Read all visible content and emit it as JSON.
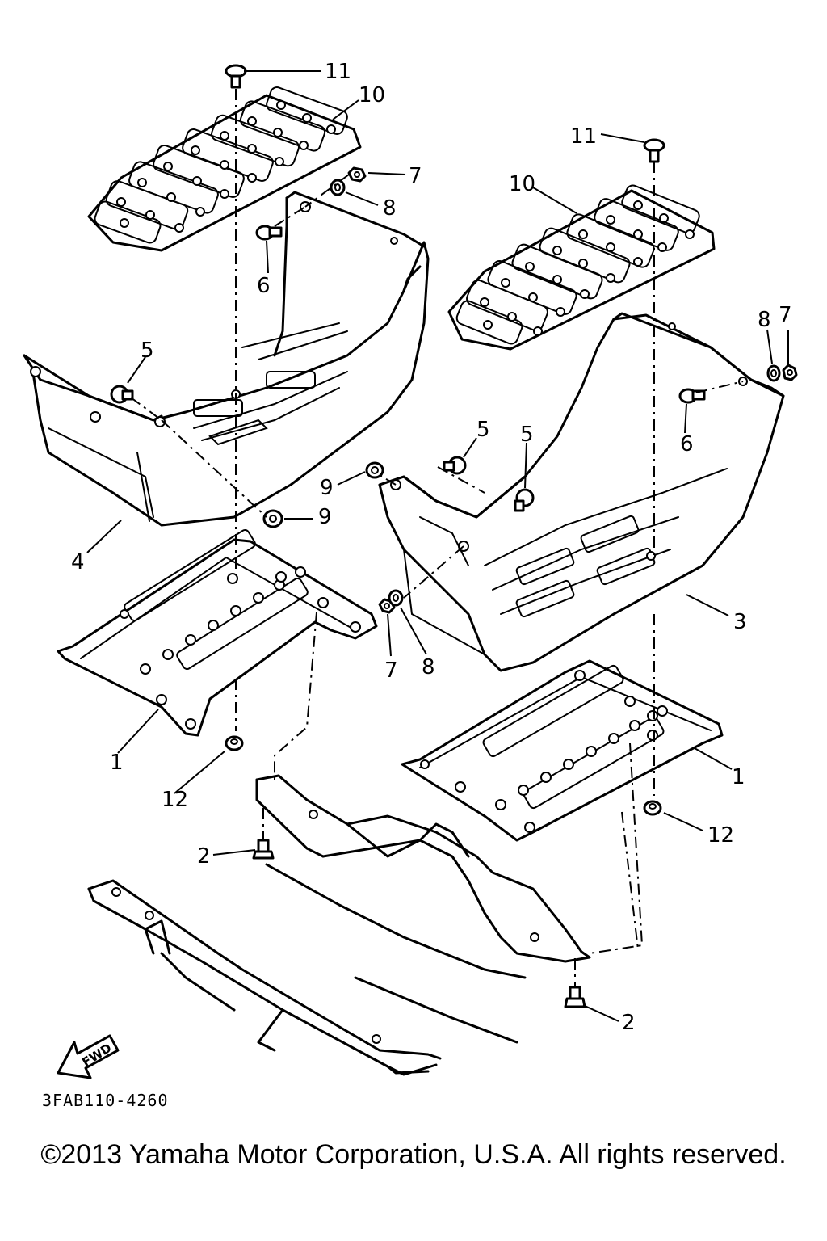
{
  "diagram": {
    "callouts": {
      "c1_left": "1",
      "c1_right": "1",
      "c2_top": "2",
      "c2_bottom": "2",
      "c3": "3",
      "c4": "4",
      "c5_left": "5",
      "c5_mid": "5",
      "c5_right": "5",
      "c6_left": "6",
      "c6_right": "6",
      "c7_left": "7",
      "c7_mid": "7",
      "c7_right": "7",
      "c8_left": "8",
      "c8_mid": "8",
      "c8_right": "8",
      "c9_upper": "9",
      "c9_lower": "9",
      "c10_left": "10",
      "c10_right": "10",
      "c11_left": "11",
      "c11_right": "11",
      "c12_left": "12",
      "c12_right": "12"
    },
    "fwd_label": "FWD",
    "code": "3FAB110-4260"
  },
  "footer": {
    "copyright": "©2013 Yamaha Motor Corporation, U.S.A. All rights reserved."
  }
}
